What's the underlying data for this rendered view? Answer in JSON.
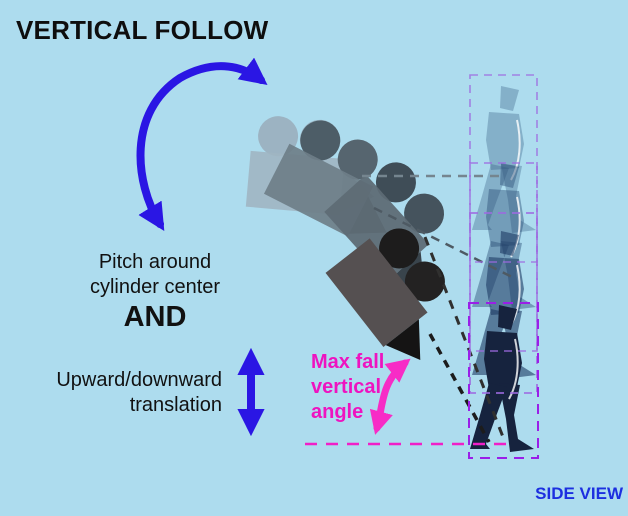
{
  "title": "VERTICAL FOLLOW",
  "view_label": "SIDE VIEW",
  "labels": {
    "pitch_line1": "Pitch around",
    "pitch_line2": "cylinder center",
    "conjunction": "AND",
    "translation_line1": "Upward/downward",
    "translation_line2": "translation",
    "max_fall_line1": "Max fall",
    "max_fall_line2": "vertical",
    "max_fall_line3": "angle"
  },
  "diagram": {
    "type": "camera-behavior-side-view",
    "camera_ghost_count": 4,
    "character_ghost_count": 4,
    "character_bounds_box_count": 4,
    "camera_sight_line_count": 4
  },
  "colors": {
    "background": "#addcee",
    "title_text": "#0e0e0e",
    "motion_arrow_blue": "#2a16e4",
    "max_fall_magenta": "#ee13c0",
    "angle_arrow_pink": "#f72cc6",
    "character_bounds_purple": "#9d6ae0",
    "character_bounds_purple_bright": "#9a1fe8",
    "ground_line_magenta": "#f01fc8",
    "character_navy": "#16233e",
    "camera_light": "#9cb3c2",
    "camera_dark": "#1d1c1c",
    "sight_line_gray": "#75858f",
    "side_view_blue": "#1c2fe0"
  }
}
